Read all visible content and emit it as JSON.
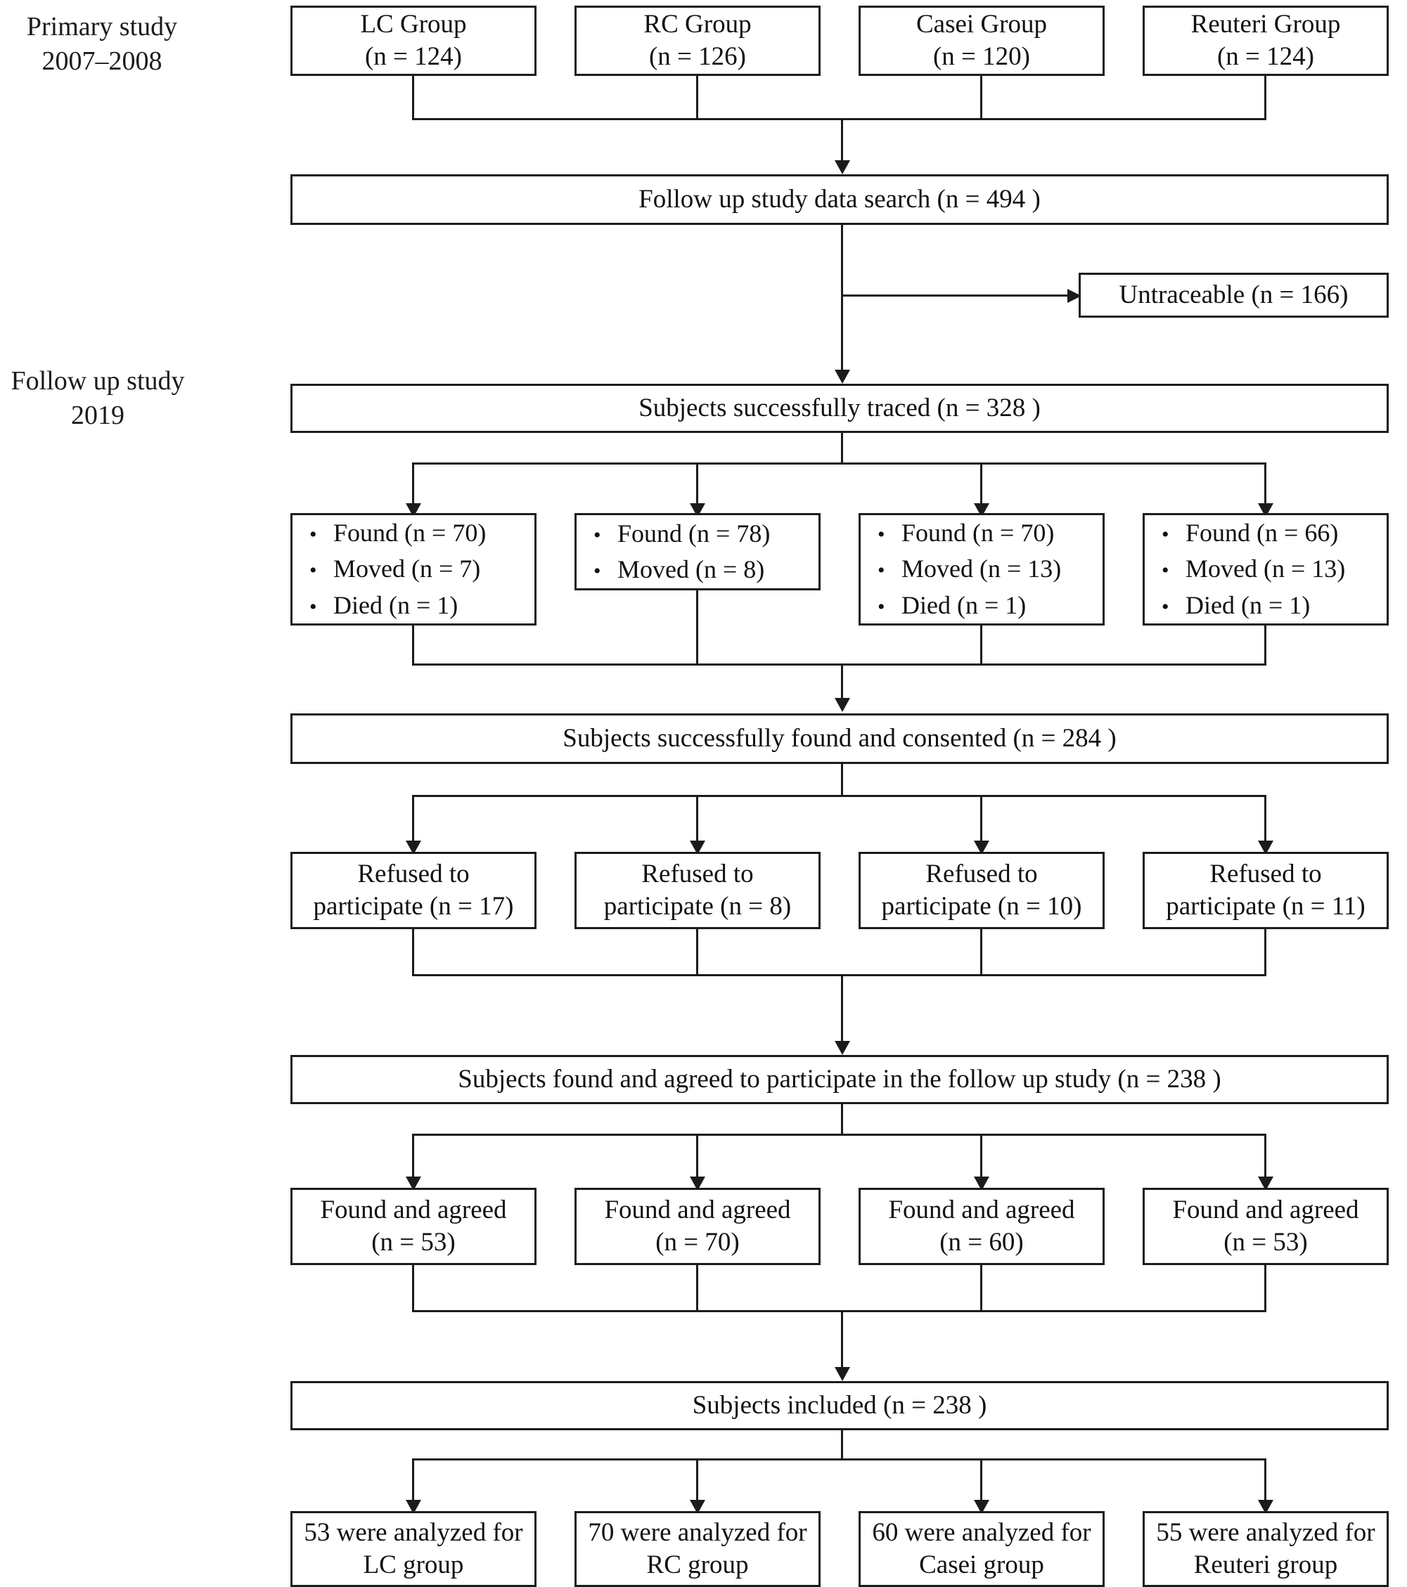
{
  "figure": {
    "type": "flowchart",
    "title": "Study participant flow diagram (CONSORT-style follow up flow)"
  },
  "stage_labels": [
    {
      "line1": "Primary study",
      "line2": "2007–2008"
    },
    {
      "line1": "Follow up study",
      "line2": "2019"
    }
  ],
  "primary_groups": [
    {
      "name": "LC Group",
      "n": "(n = 124)"
    },
    {
      "name": "RC Group",
      "n": "(n = 126)"
    },
    {
      "name": "Casei Group",
      "n": "(n = 120)"
    },
    {
      "name": "Reuteri Group",
      "n": "(n = 124)"
    }
  ],
  "data_search": "Follow up study data search (n = 494 )",
  "untraceable": "Untraceable (n = 166)",
  "traced": "Subjects successfully traced (n = 328 )",
  "trace_outcomes": [
    {
      "group": "LC",
      "bullets": [
        "Found (n = 70)",
        "Moved (n = 7)",
        "Died (n = 1)"
      ]
    },
    {
      "group": "RC",
      "bullets": [
        "Found (n = 78)",
        "Moved (n = 8)"
      ]
    },
    {
      "group": "Casei",
      "bullets": [
        "Found (n = 70)",
        "Moved (n = 13)",
        "Died (n = 1)"
      ]
    },
    {
      "group": "Reuteri",
      "bullets": [
        "Found (n = 66)",
        "Moved (n = 13)",
        "Died (n = 1)"
      ]
    }
  ],
  "consented": "Subjects successfully found and consented (n = 284 )",
  "refused": [
    {
      "line1": "Refused to",
      "line2": "participate (n = 17)"
    },
    {
      "line1": "Refused to",
      "line2": "participate (n = 8)"
    },
    {
      "line1": "Refused to",
      "line2": "participate (n = 10)"
    },
    {
      "line1": "Refused to",
      "line2": "participate (n = 11)"
    }
  ],
  "agreed_total": "Subjects found and agreed to participate in the follow up study (n = 238 )",
  "found_and_agreed": [
    {
      "line1": "Found and agreed",
      "line2": "(n = 53)"
    },
    {
      "line1": "Found and agreed",
      "line2": "(n = 70)"
    },
    {
      "line1": "Found and agreed",
      "line2": "(n = 60)"
    },
    {
      "line1": "Found and agreed",
      "line2": "(n = 53)"
    }
  ],
  "included": "Subjects included (n = 238 )",
  "analyzed": [
    {
      "line1": "53 were analyzed for",
      "line2": "LC group"
    },
    {
      "line1": "70 were analyzed for",
      "line2": "RC group"
    },
    {
      "line1": "60 were analyzed for",
      "line2": "Casei group"
    },
    {
      "line1": "55 were analyzed for",
      "line2": "Reuteri group"
    }
  ],
  "colors": {
    "stroke": "#1b1b1b",
    "background": "#ffffff",
    "text": "#111111"
  }
}
